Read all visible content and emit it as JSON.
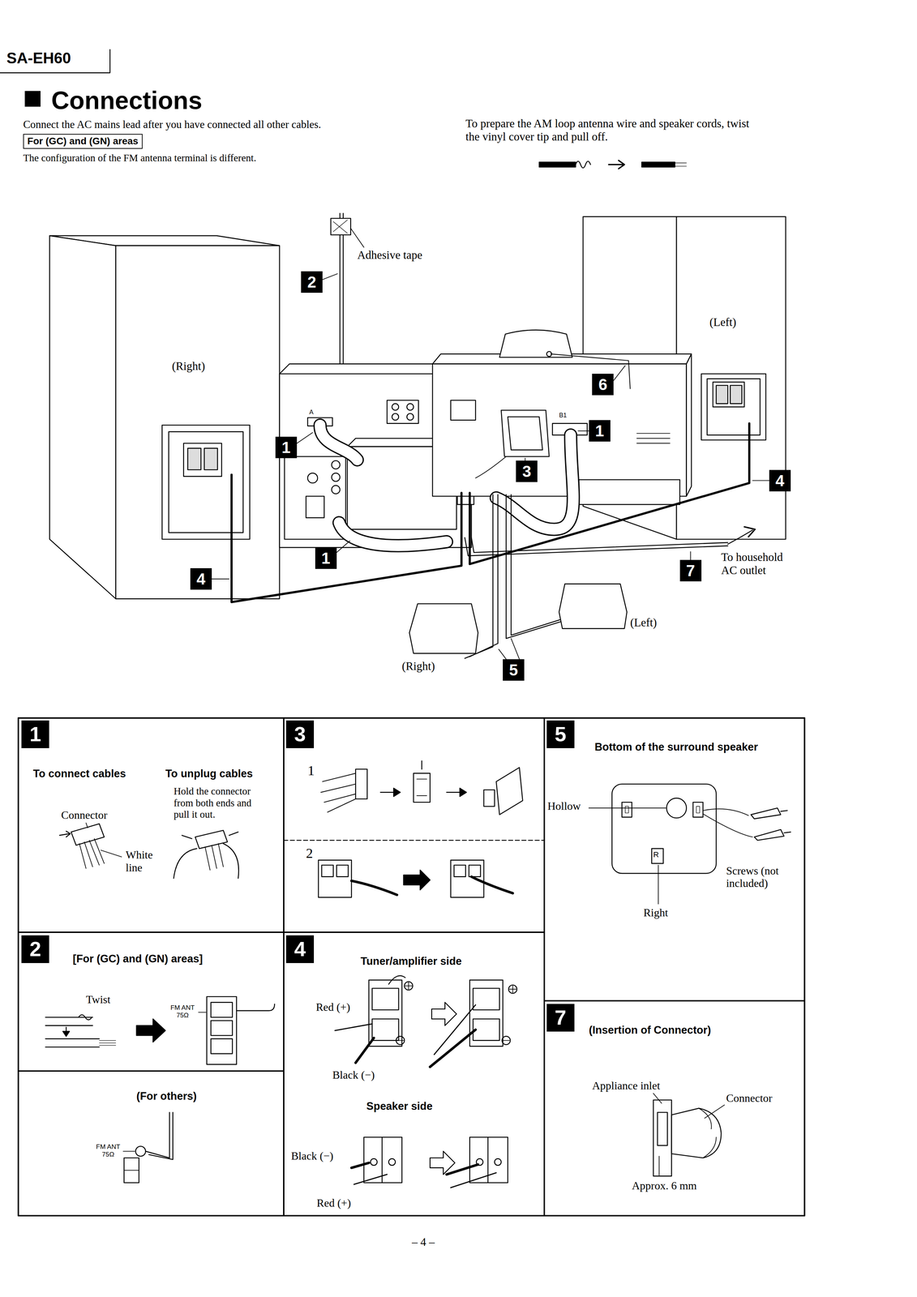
{
  "diagram": {
    "title": "Connections",
    "nodes": [
      {
        "text": [
          "For (GC) and (GN) areas"
        ]
      },
      {
        "text": [
          "1",
          "To connect cables",
          "To unplug cables",
          "Hold the connector from both ends and pull it out.",
          "Connector",
          "White line"
        ]
      },
      {
        "text": [
          "3",
          "1",
          "2"
        ]
      },
      {
        "text": [
          "5",
          "Bottom of the surround speaker",
          "Hollow",
          "R",
          "Right",
          "Screws (not included)"
        ]
      },
      {
        "text": [
          "2",
          "[For (GC) and (GN) areas]",
          "Twist",
          "FM ANT 75Ω"
        ]
      },
      {
        "text": [
          "4",
          "Tuner/amplifier side",
          "Red (+)",
          "Black (−)",
          "Speaker side",
          "Black (−)",
          "Red (+)"
        ]
      },
      {
        "text": [
          "7",
          "(Insertion of Connector)",
          "Appliance inlet",
          "Connector",
          "Approx. 6 mm"
        ]
      },
      {
        "text": [
          "(For others)",
          "FM ANT 75Ω"
        ]
      }
    ],
    "labels": [
      "SA-EH60",
      "Connect the AC mains lead after you have connected all other cables.",
      "The configuration of the FM antenna terminal is different.",
      "To prepare the AM loop antenna wire and speaker cords, twist the vinyl cover tip and pull off.",
      "Adhesive tape",
      "2",
      "(Right)",
      "(Left)",
      "A",
      "B1",
      "6",
      "1",
      "1",
      "3",
      "4",
      "1",
      "7",
      "To household AC outlet",
      "4",
      "(Left)",
      "(Right)",
      "5",
      "– 4 –"
    ]
  }
}
